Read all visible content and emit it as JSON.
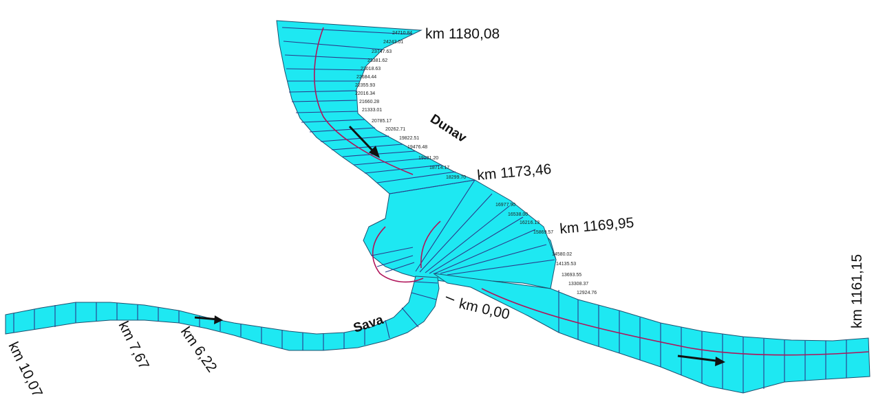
{
  "rivers": {
    "dunav": "Dunav",
    "sava": "Sava"
  },
  "kilometer_labels": {
    "dunav_1180": "km 1180,08",
    "dunav_1173": "km 1173,46",
    "dunav_1169": "km 1169,95",
    "dunav_1161": "km 1161,15",
    "sava_0": "km 0,00",
    "sava_10": "km 10,07",
    "sava_7": "km 7,67",
    "sava_6": "km 6,22"
  },
  "dunav_cross_sections": [
    "24710.84",
    "24243.01",
    "23747.63",
    "23381.62",
    "23018.63",
    "22684.44",
    "22355.93",
    "22016.34",
    "21660.28",
    "21333.01",
    "20785.17",
    "20262.71",
    "19822.51",
    "19476.48",
    "19131.20",
    "18714.17",
    "18299.70",
    "16977.90",
    "16538.00",
    "16216.13",
    "15869.57",
    "14580.02",
    "14135.53",
    "13693.55",
    "13308.37",
    "12924.76"
  ],
  "colors": {
    "water": "#1ee8f2",
    "mesh_lines": "#2a3a8a",
    "channel_line": "#b0145a"
  }
}
